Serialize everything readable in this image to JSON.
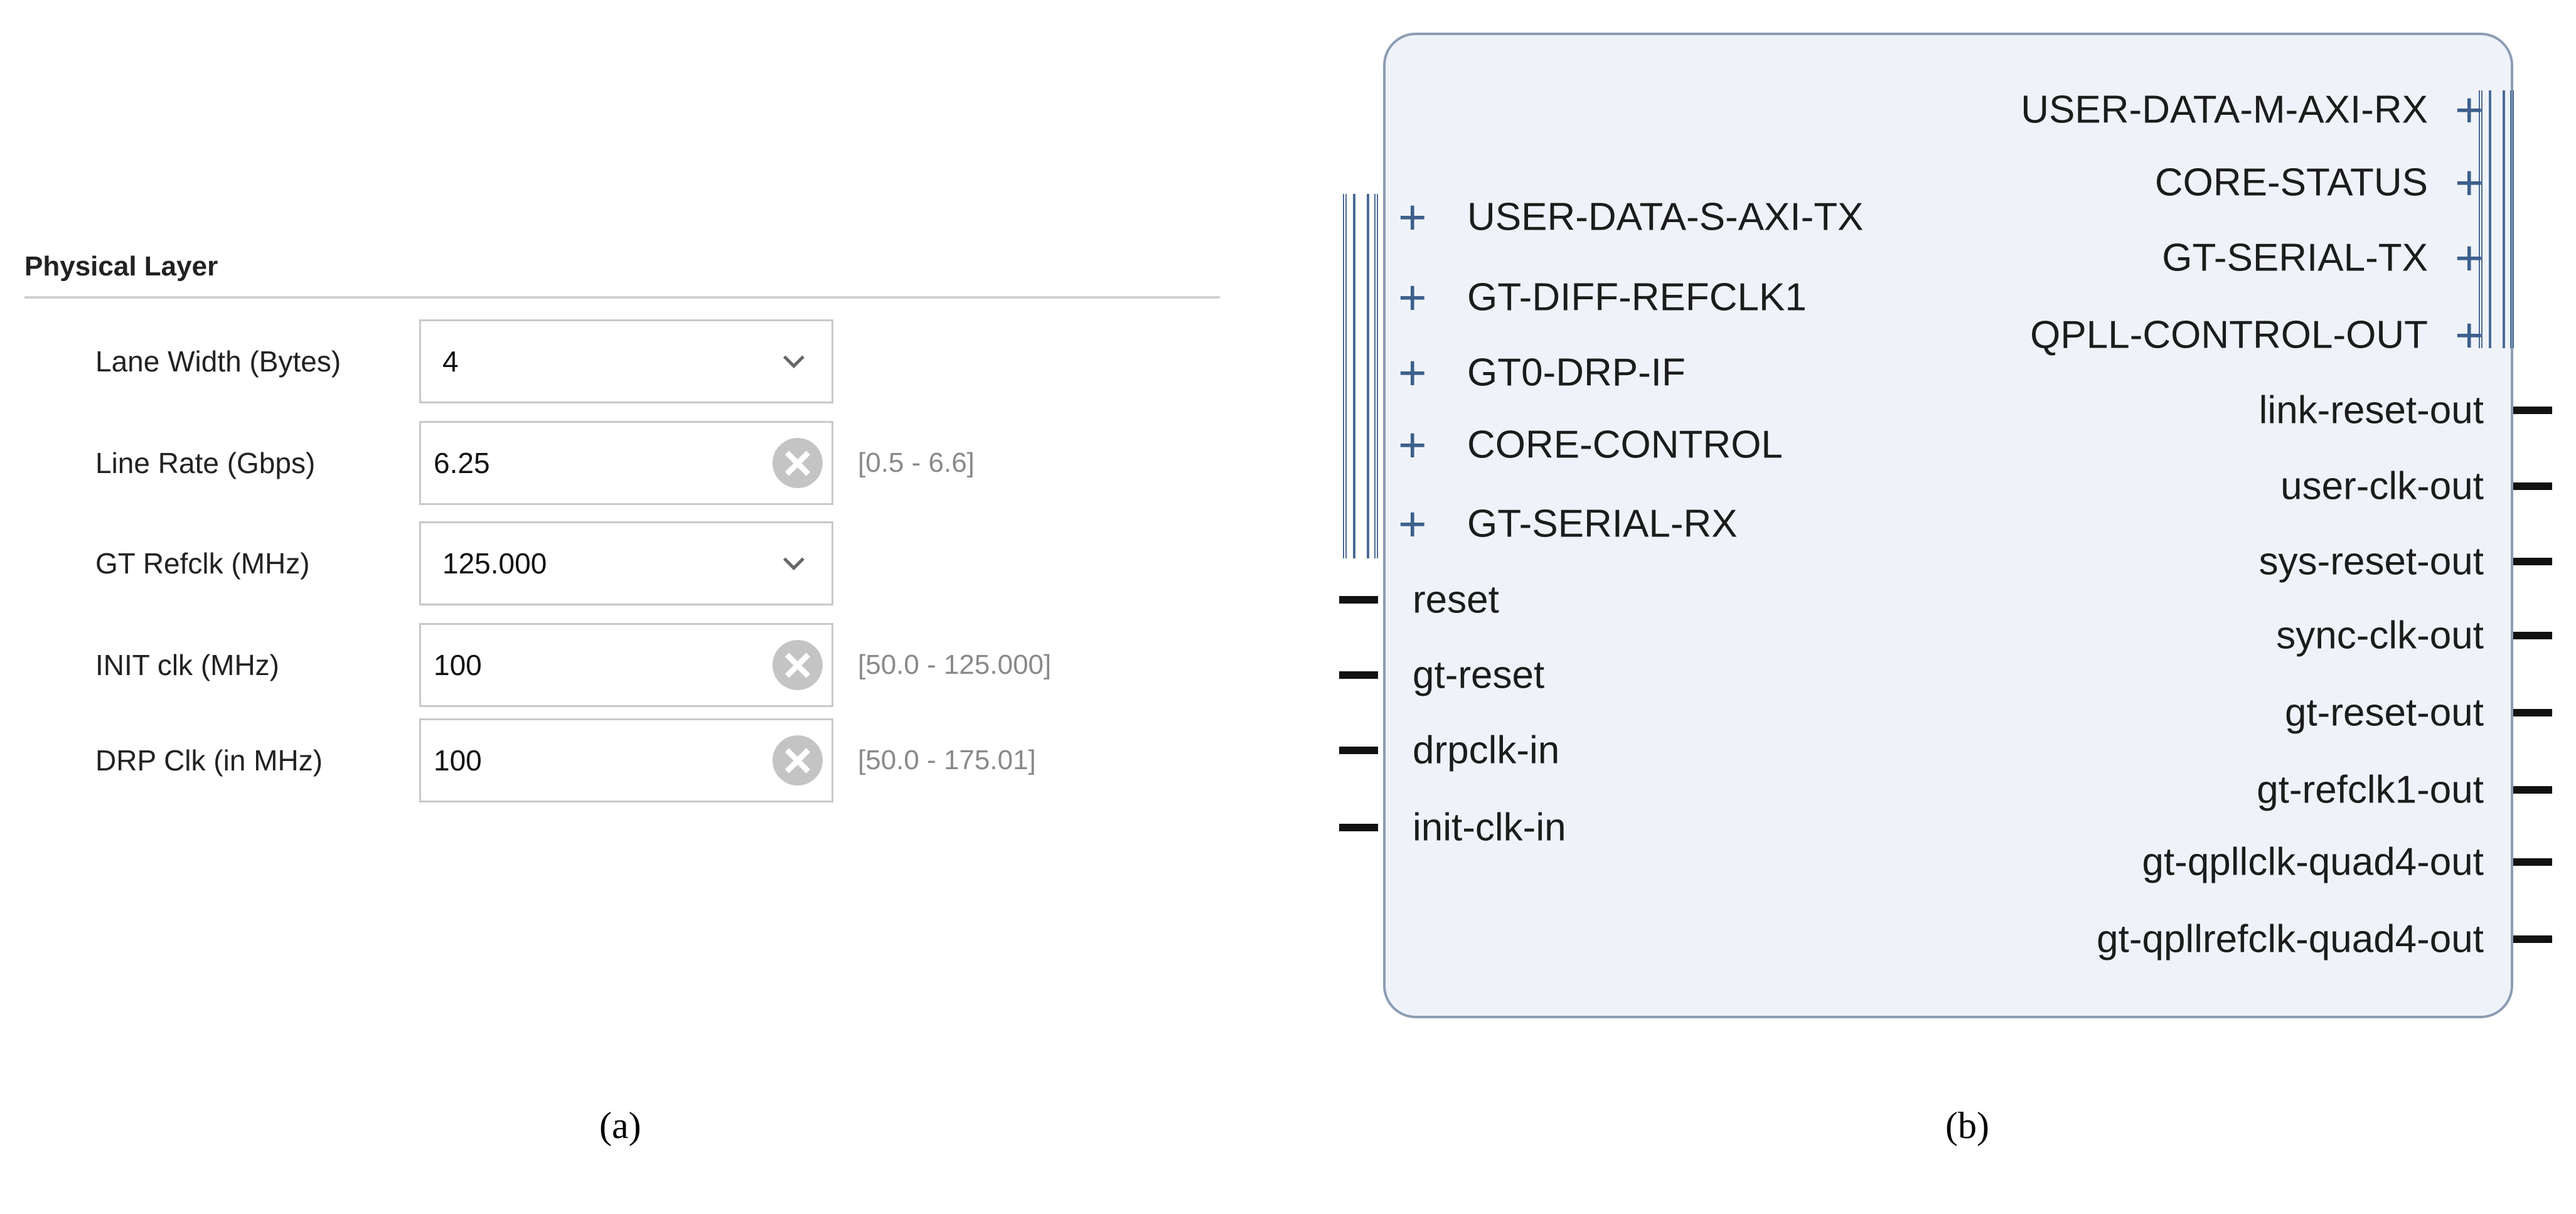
{
  "panel_a": {
    "section_title": "Physical Layer",
    "fields": [
      {
        "label": "Lane Width (Bytes)",
        "value": "4",
        "type": "dropdown",
        "range": ""
      },
      {
        "label": "Line Rate (Gbps)",
        "value": "6.25",
        "type": "text",
        "range": "[0.5 - 6.6]"
      },
      {
        "label": "GT Refclk (MHz)",
        "value": "125.000",
        "type": "dropdown",
        "range": ""
      },
      {
        "label": "INIT clk (MHz)",
        "value": "100",
        "type": "text",
        "range": "[50.0 - 125.000]"
      },
      {
        "label": "DRP Clk (in MHz)",
        "value": "100",
        "type": "text",
        "range": "[50.0 - 175.01]"
      }
    ],
    "caption": "(a)"
  },
  "panel_b": {
    "left_bus_ports": [
      "USER-DATA-S-AXI-TX",
      "GT-DIFF-REFCLK1",
      "GT0-DRP-IF",
      "CORE-CONTROL",
      "GT-SERIAL-RX"
    ],
    "left_ports": [
      "reset",
      "gt-reset",
      "drpclk-in",
      "init-clk-in"
    ],
    "right_bus_ports": [
      "USER-DATA-M-AXI-RX",
      "CORE-STATUS",
      "GT-SERIAL-TX",
      "QPLL-CONTROL-OUT"
    ],
    "right_ports": [
      "link-reset-out",
      "user-clk-out",
      "sys-reset-out",
      "sync-clk-out",
      "gt-reset-out",
      "gt-refclk1-out",
      "gt-qpllclk-quad4-out",
      "gt-qpllrefclk-quad4-out"
    ],
    "expand_icon": "+",
    "caption": "(b)"
  },
  "colors": {
    "block_fill": "#eff3f9",
    "block_border": "#8c9db3",
    "bus_accent": "#3d5f8c"
  }
}
